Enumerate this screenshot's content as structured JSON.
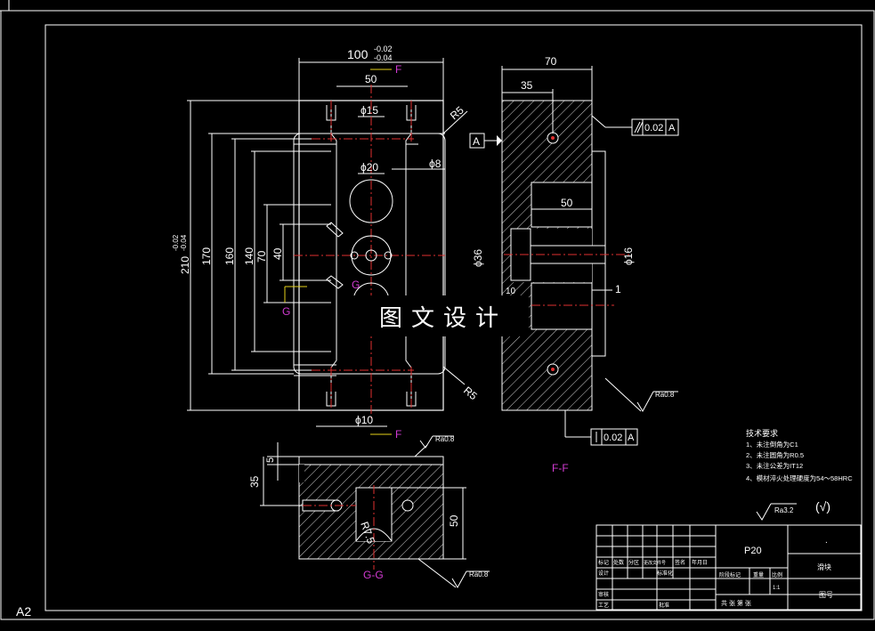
{
  "sheet": {
    "size_label": "A2"
  },
  "main_view": {
    "dim_width_main": "100",
    "dim_width_tol_upper": "-0.02",
    "dim_width_tol_lower": "-0.04",
    "dim_50": "50",
    "dim_phi15": "ϕ15",
    "dim_phi20": "ϕ20",
    "dim_phi8": "ϕ8",
    "dim_phi10": "ϕ10",
    "dim_r5_top": "R5",
    "dim_r5_bottom": "R5",
    "dim_height": "210",
    "dim_height_tol_upper": "-0.02",
    "dim_height_tol_lower": "-0.04",
    "dim_170": "170",
    "dim_160": "160",
    "dim_140": "140",
    "dim_70": "70",
    "dim_40": "40",
    "section_f_top": "F",
    "section_f_bottom": "F",
    "section_g_left": "G",
    "section_g_right": "G"
  },
  "side_view": {
    "dim_70": "70",
    "dim_35": "35",
    "dim_50": "50",
    "dim_phi36": "ϕ36",
    "dim_phi16": "ϕ16",
    "dim_1": "1",
    "dim_10": "10",
    "datum_label": "A",
    "tol_top_value": "0.02",
    "tol_top_datum": "A",
    "tol_bottom_value": "0.02",
    "tol_bottom_datum": "A",
    "roughness": "Ra0.8",
    "section_label": "F-F"
  },
  "section_view": {
    "dim_5": "5",
    "dim_35": "35",
    "dim_50": "50",
    "dim_r7_5": "R7.5",
    "roughness_top": "Ra0.8",
    "roughness_bottom": "Ra0.8",
    "section_label": "G-G"
  },
  "tech_notes": {
    "title": "技术要求",
    "items": [
      "1、未注倒角为C1",
      "2、未注圆角为R0.5",
      "3、未注公差为IT12",
      "4、模材淬火处理硬度为54～58HRC"
    ]
  },
  "surface_finish": {
    "general": "Ra3.2",
    "others": "(√)"
  },
  "title_block": {
    "material": "P20",
    "part_name": "滑块",
    "drawing_no_label": "图号",
    "dot": ".",
    "scale": "1:1",
    "header_cells": [
      "标记",
      "处数",
      "分区",
      "更改文件号",
      "签名",
      "年月日"
    ],
    "row_design": [
      "设计",
      "标准化"
    ],
    "stage_labels": [
      "阶段标记",
      "重量",
      "比例"
    ],
    "row_review": "审核",
    "row_process": "工艺",
    "row_approve": "批准",
    "sheet_info": "共  张 第  张"
  },
  "watermark": {
    "text": "图文设计"
  }
}
